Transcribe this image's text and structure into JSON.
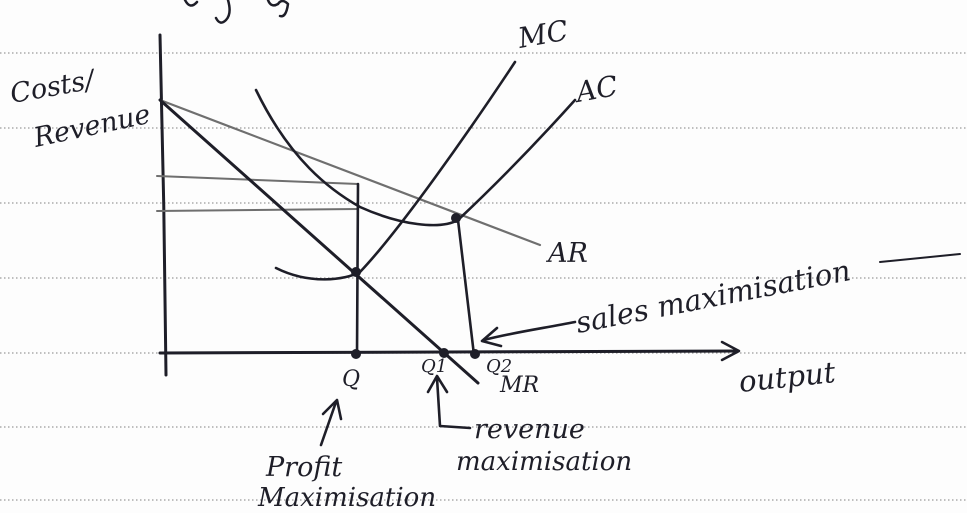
{
  "labels": {
    "y_axis_line1": "Costs/",
    "y_axis_line2": "Revenue",
    "x_axis": "output",
    "mc": "MC",
    "ac": "AC",
    "ar": "AR",
    "mr": "MR",
    "q": "Q",
    "q1": "Q1",
    "q2": "Q2",
    "sales_max": "sales maximisation",
    "revenue_max_line1": "revenue",
    "revenue_max_line2": "maximisation",
    "profit_max_line1": "Profit",
    "profit_max_line2": "Maximisation"
  },
  "colors": {
    "ink": "#1e1e28",
    "pencil": "#6f6f6f",
    "paper": "#fdfdfd",
    "rule": "#9a9a9a"
  }
}
